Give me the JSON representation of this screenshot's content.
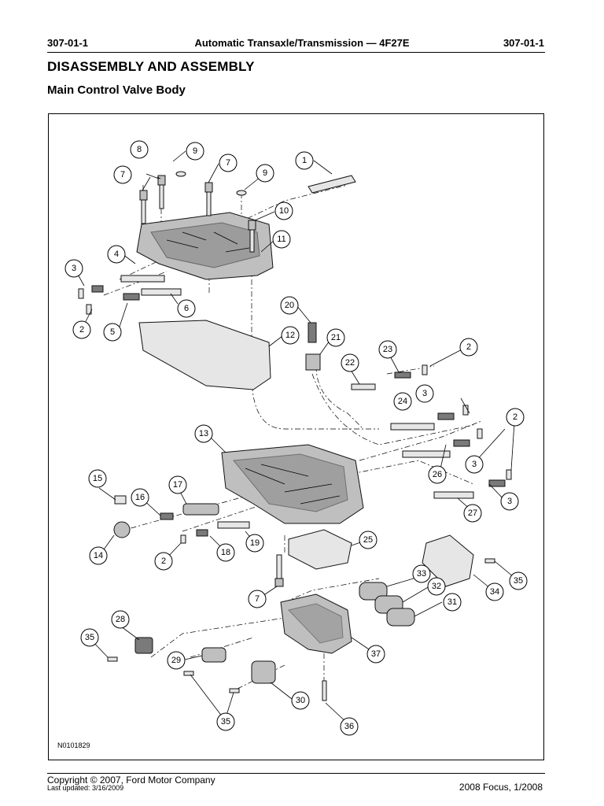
{
  "header": {
    "section_left": "307-01-1",
    "section_title": "Automatic Transaxle/Transmission — 4F27E",
    "section_right": "307-01-1"
  },
  "page_title": "DISASSEMBLY AND ASSEMBLY",
  "page_subtitle": "Main Control Valve Body",
  "figure": {
    "id": "N0101829",
    "callouts": [
      "1",
      "2",
      "3",
      "4",
      "5",
      "6",
      "7",
      "8",
      "9",
      "10",
      "11",
      "12",
      "13",
      "14",
      "15",
      "16",
      "17",
      "18",
      "19",
      "20",
      "21",
      "22",
      "23",
      "24",
      "25",
      "26",
      "27",
      "28",
      "29",
      "30",
      "31",
      "32",
      "33",
      "34",
      "35",
      "36",
      "37"
    ]
  },
  "footer": {
    "copyright": "Copyright © 2007, Ford Motor Company",
    "last_updated": "Last updated: 3/16/2009",
    "edition": "2008 Focus, 1/2008"
  }
}
